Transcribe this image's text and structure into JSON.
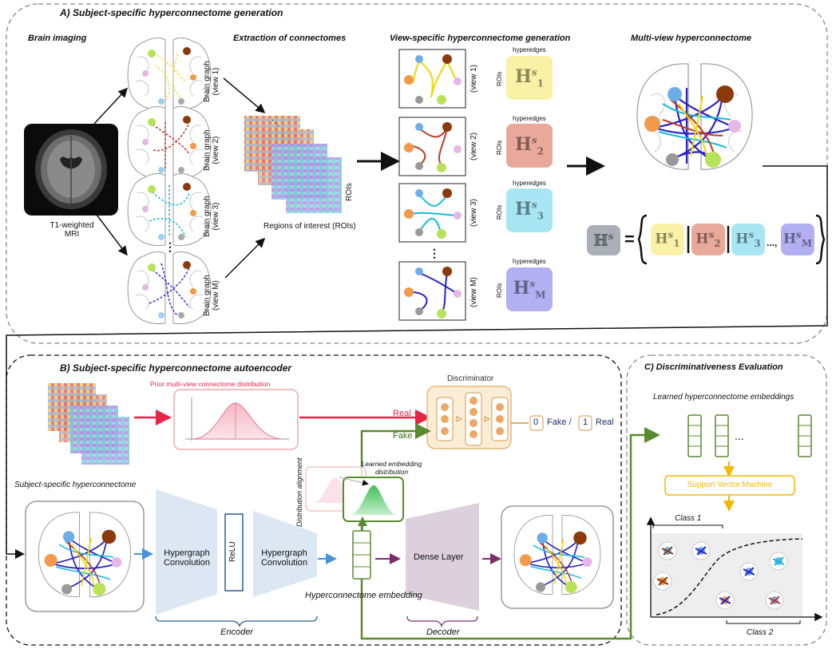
{
  "sectionA": {
    "title": "A) Subject-specific hyperconnectome generation",
    "brain_imaging": "Brain imaging",
    "mri_label": "T1-weighted\nMRI",
    "brain_graphs": [
      "Brain graph\n(view 1)",
      "Brain graph\n(view 2)",
      "Brain graph\n(view 3)",
      "Brain graph\n(view M)"
    ],
    "extraction_title": "Extraction of connectomes",
    "rois_label": "ROIs",
    "regions_label": "Regions of interest (ROIs)",
    "view_specific_title": "View-specific hyperconnectome generation",
    "views": [
      "(view 1)",
      "(view 2)",
      "(view 3)",
      "(view M)"
    ],
    "hyperedges_label": "hyperedges",
    "rois_small": "ROIs",
    "h_subs": [
      "1",
      "2",
      "3",
      "M"
    ],
    "multiview_title": "Multi-view hyperconnectome",
    "equals": "=",
    "ellipsis": "...,"
  },
  "sectionB": {
    "title": "B) Subject-specific hyperconnectome autoencoder",
    "prior_title": "Prior multi-view connectome distribution",
    "subject_label": "Subject-specific hyperconnectome",
    "hypergraph_conv1": "Hypergraph\nConvolution",
    "relu": "ReLU",
    "hypergraph_conv2": "Hypergraph\nConvolution",
    "distribution_alignment": "Distribution alignment",
    "learned_dist": "Learned embedding\ndistribution",
    "embedding_label": "Hyperconnectome embedding",
    "dense_layer": "Dense Layer",
    "encoder": "Encoder",
    "decoder": "Decoder",
    "discriminator": "Discriminator",
    "real_plus": "Real +",
    "fake_minus": "Fake -",
    "zero": "0",
    "fake": "Fake /",
    "one": "1",
    "real": "Real"
  },
  "sectionC": {
    "title": "C) Discriminativeness Evaluation",
    "learned_embeddings": "Learned hyperconnectome embeddings",
    "dots": "...",
    "svm": "Support Vector Machine",
    "class1": "Class 1",
    "class2": "Class 2"
  },
  "colors": {
    "h1": "#f9f1a5",
    "h2": "#e9a99a",
    "h3": "#a8e6f3",
    "hM": "#b3b0f2",
    "hS": "#a9aeb7",
    "real_arrow": "#e8244b",
    "fake_arrow": "#5a8a2e",
    "encoder": "#3a77b8",
    "decoder": "#7a2e6e",
    "svm": "#f5b800"
  }
}
